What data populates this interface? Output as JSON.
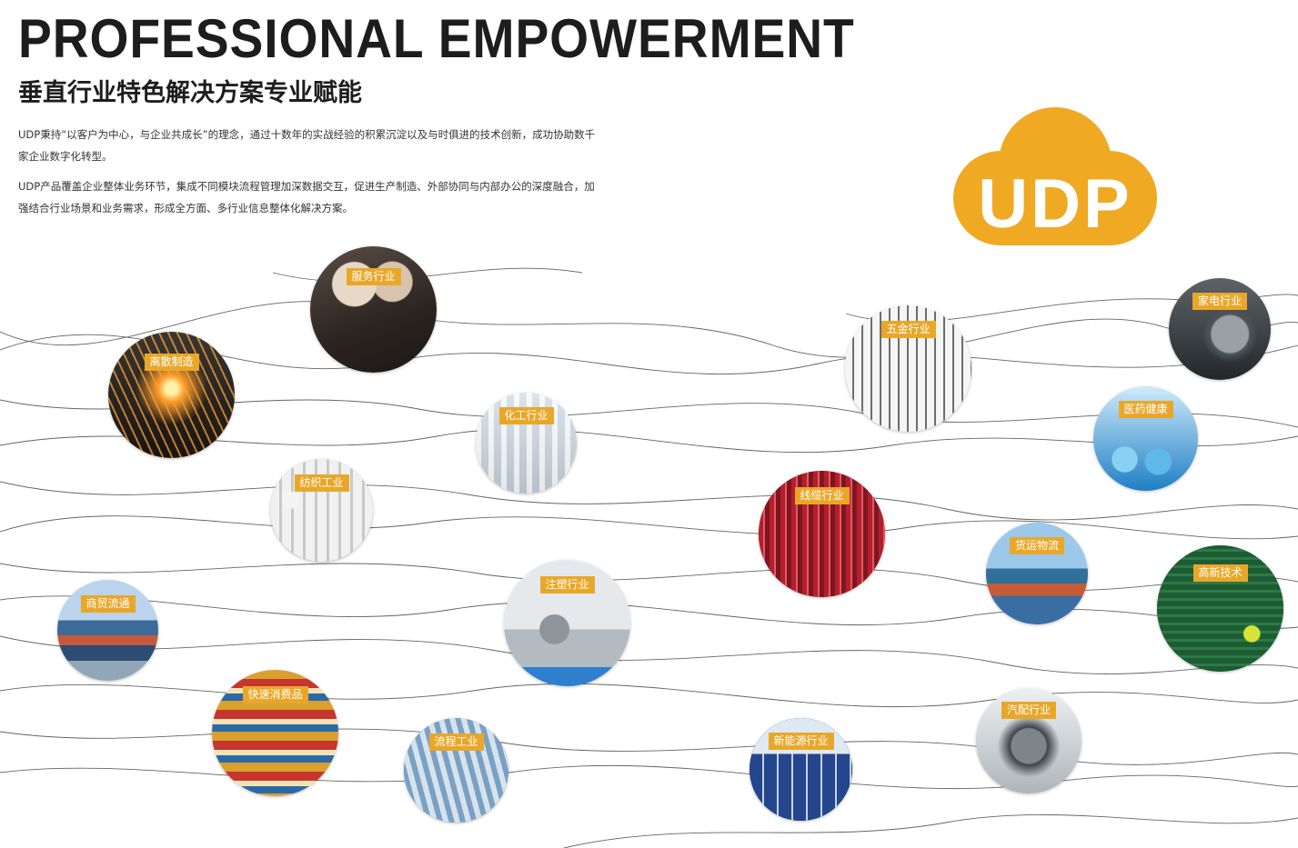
{
  "header": {
    "title": "PROFESSIONAL EMPOWERMENT",
    "subtitle": "垂直行业特色解决方案专业赋能"
  },
  "intro": {
    "paragraph1": "UDP秉持“以客户为中心，与企业共成长”的理念，通过十数年的实战经验的积累沉淀以及与时俱进的技术创新，成功协助数千家企业数字化转型。",
    "paragraph2": "UDP产品覆盖企业整体业务环节，集成不同模块流程管理加深数据交互，促进生产制造、外部协同与内部办公的深度融合，加强结合行业场景和业务需求，形成全方面、多行业信息整体化解决方案。"
  },
  "logo": {
    "text": "UDP",
    "color": "#f0a923",
    "icon": "cloud-icon"
  },
  "theme": {
    "tag_color": "#e9a72a",
    "text_color": "#1d1d1d",
    "line_color": "#4a4a4a"
  },
  "industries": [
    {
      "label": "服务行业"
    },
    {
      "label": "离散制造"
    },
    {
      "label": "化工行业"
    },
    {
      "label": "纺织工业"
    },
    {
      "label": "商贸流通"
    },
    {
      "label": "注塑行业"
    },
    {
      "label": "快速消费品"
    },
    {
      "label": "流程工业"
    },
    {
      "label": "五金行业"
    },
    {
      "label": "线缆行业"
    },
    {
      "label": "新能源行业"
    },
    {
      "label": "家电行业"
    },
    {
      "label": "医药健康"
    },
    {
      "label": "货运物流"
    },
    {
      "label": "高新技术"
    },
    {
      "label": "汽配行业"
    }
  ]
}
